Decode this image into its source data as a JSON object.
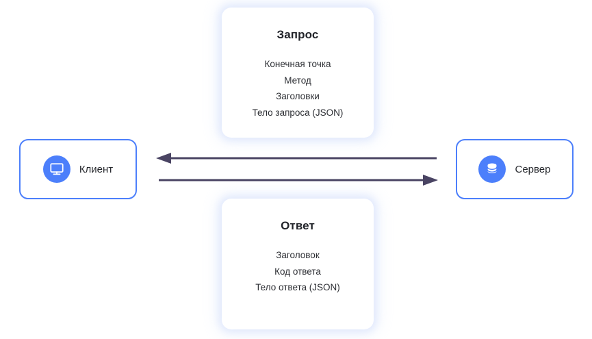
{
  "diagram": {
    "type": "client-server-request-response",
    "background_color": "#ffffff",
    "accent_color": "#4c7ffb",
    "arrow_color": "#4a4463",
    "endpoints": [
      {
        "id": "client",
        "label": "Клиент",
        "icon": "monitor-icon"
      },
      {
        "id": "server",
        "label": "Сервер",
        "icon": "database-icon"
      }
    ],
    "cards": [
      {
        "id": "request",
        "title": "Запрос",
        "lines": [
          "Конечная точка",
          "Метод",
          "Заголовки",
          "Тело запроса (JSON)"
        ]
      },
      {
        "id": "response",
        "title": "Ответ",
        "lines": [
          "Заголовок",
          "Код ответа",
          "Тело ответа (JSON)"
        ]
      }
    ],
    "arrows": [
      {
        "id": "response-arrow",
        "direction": "left",
        "from": "server",
        "to": "client"
      },
      {
        "id": "request-arrow",
        "direction": "right",
        "from": "client",
        "to": "server"
      }
    ]
  }
}
